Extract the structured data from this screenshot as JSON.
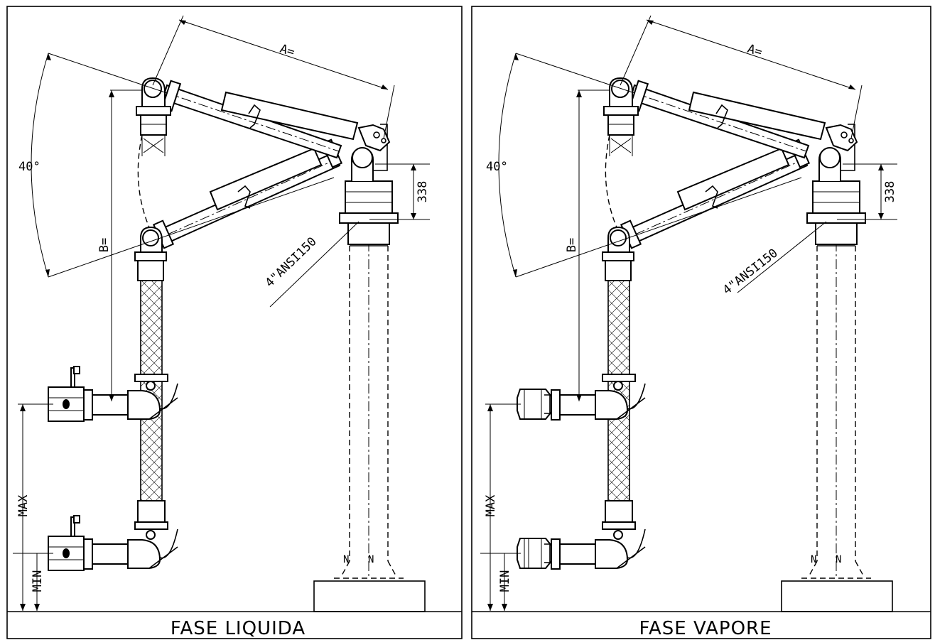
{
  "panels": [
    {
      "caption": "FASE LIQUIDA",
      "dims": {
        "a": "A=",
        "b": "B=",
        "angle": "40°",
        "height": "338",
        "flange": "4\"ANSI150",
        "max": "MAX",
        "min": "MIN"
      },
      "coupler_type": "ball-valve-coupler"
    },
    {
      "caption": "FASE VAPORE",
      "dims": {
        "a": "A=",
        "b": "B=",
        "angle": "40°",
        "height": "338",
        "flange": "4\"ANSI150",
        "max": "MAX",
        "min": "MIN"
      },
      "coupler_type": "quick-coupler"
    }
  ]
}
